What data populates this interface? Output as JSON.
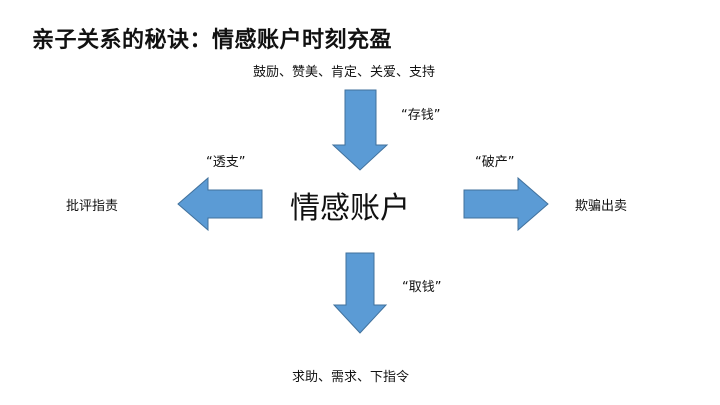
{
  "title": "亲子关系的秘诀：情感账户时刻充盈",
  "center": "情感账户",
  "top_label": "鼓励、赞美、肯定、关爱、支持",
  "bottom_label": "求助、需求、下指令",
  "left_label": "批评指责",
  "right_label": "欺骗出卖",
  "arrow_labels": {
    "down_top": "“存钱”",
    "left": "“透支”",
    "right": "“破产”",
    "down_bottom": "“取钱”"
  },
  "colors": {
    "arrow_fill": "#5b9bd5",
    "arrow_stroke": "#41719c"
  }
}
